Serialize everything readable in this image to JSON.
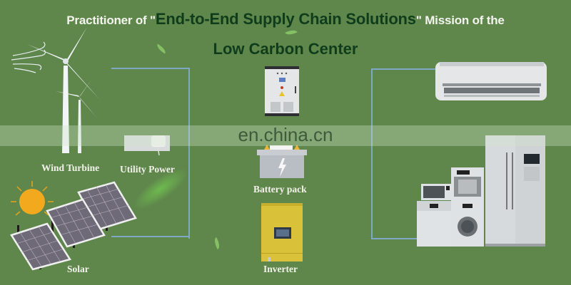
{
  "header": {
    "title_prefix": "Practitioner of \"",
    "title_highlight": "End-to-End Supply Chain Solutions",
    "title_suffix": "\" Mission of the",
    "subtitle": "Low Carbon Center"
  },
  "watermark": "en.china.cn",
  "components": {
    "wind_turbine": {
      "label": "Wind Turbine",
      "icon": "wind-turbine-icon"
    },
    "utility_power": {
      "label": "Utility Power",
      "icon": "power-meter-icon"
    },
    "solar": {
      "label": "Solar",
      "icon": "solar-panel-icon"
    },
    "cabinet": {
      "icon": "control-cabinet-icon"
    },
    "battery": {
      "label": "Battery pack",
      "icon": "battery-icon"
    },
    "inverter": {
      "label": "Inverter",
      "icon": "inverter-icon"
    },
    "air_conditioner": {
      "icon": "air-conditioner-icon"
    },
    "appliances": {
      "icon": "home-appliances-icon"
    }
  },
  "colors": {
    "background": "#5f874c",
    "highlight_text": "#0f3d1c",
    "wire": "#7fa8c6",
    "inverter_body": "#d9c23a"
  }
}
